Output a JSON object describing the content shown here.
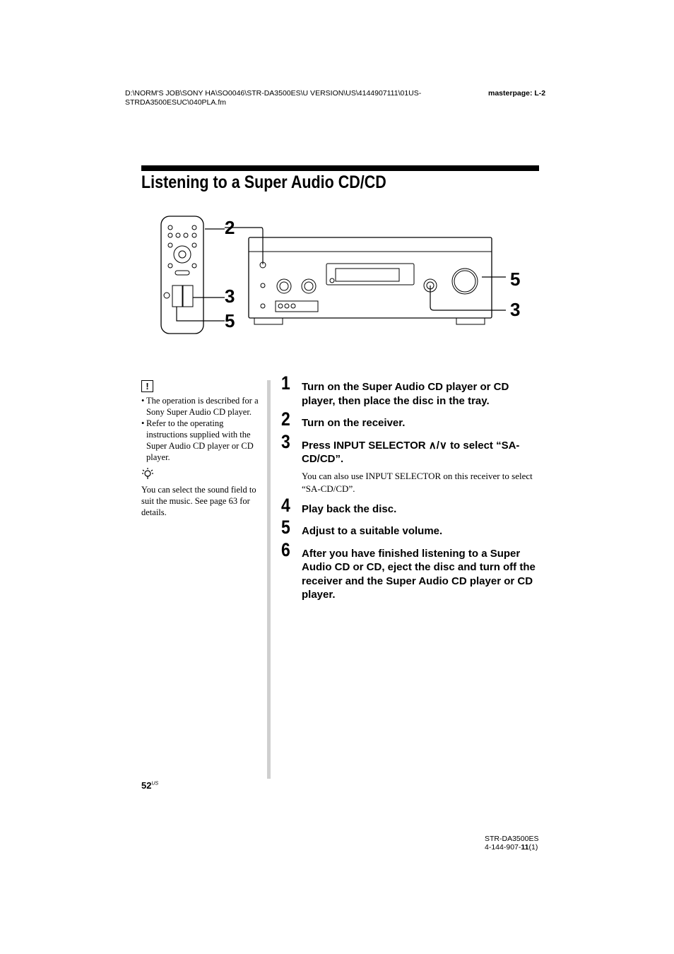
{
  "header": {
    "path": "D:\\NORM'S JOB\\SONY HA\\SO0046\\STR-DA3500ES\\U VERSION\\US\\4144907111\\01US-STRDA3500ESUC\\040PLA.fm",
    "masterpage": "masterpage: L-2"
  },
  "page_title": "Listening to a Super Audio CD/CD",
  "figure": {
    "callouts_left": [
      "2",
      "3",
      "5"
    ],
    "callouts_right": [
      "5",
      "3"
    ]
  },
  "notes": {
    "note_icon": "exclamation-icon",
    "items": [
      "The operation is described for a Sony Super Audio CD player.",
      "Refer to the operating instructions supplied with the Super Audio CD player or CD player."
    ],
    "tip_icon": "lightbulb-icon",
    "tip": "You can select the sound field to suit the music. See page 63 for details."
  },
  "steps": [
    {
      "num": "1",
      "text": "Turn on the Super Audio CD player or CD player, then place the disc in the tray.",
      "sub": ""
    },
    {
      "num": "2",
      "text": "Turn on the receiver.",
      "sub": ""
    },
    {
      "num": "3",
      "text": "Press INPUT SELECTOR ∧/∨ to select “SA-CD/CD”.",
      "sub": "You can also use INPUT SELECTOR on this receiver to select “SA-CD/CD”."
    },
    {
      "num": "4",
      "text": "Play back the disc.",
      "sub": ""
    },
    {
      "num": "5",
      "text": "Adjust to a suitable volume.",
      "sub": ""
    },
    {
      "num": "6",
      "text": "After you have finished listening to a Super Audio CD or CD, eject the disc and turn off the receiver and the Super Audio CD player or CD player.",
      "sub": ""
    }
  ],
  "page_number": {
    "num": "52",
    "suffix": "US"
  },
  "footer": {
    "model": "STR-DA3500ES",
    "code_prefix": "4-144-907-",
    "code_bold": "11",
    "code_suffix": "(1)"
  }
}
